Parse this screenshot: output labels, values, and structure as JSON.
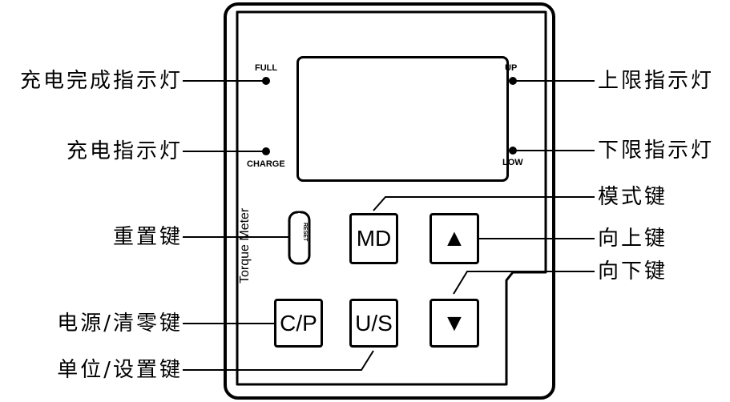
{
  "device": {
    "brand_text": "Torque Meter"
  },
  "indicators": {
    "full": "FULL",
    "charge": "CHARGE",
    "up": "UP",
    "low": "LOW",
    "reset": "RESET"
  },
  "keys": {
    "md": "MD",
    "cp": "C/P",
    "us": "U/S",
    "up_arrow": "▲",
    "down_arrow": "▼"
  },
  "callouts": {
    "full_label": "充电完成指示灯",
    "charge_label": "充电指示灯",
    "reset_label": "重置键",
    "cp_label": "电源/清零键",
    "us_label": "单位/设置键",
    "up_limit_label": "上限指示灯",
    "low_limit_label": "下限指示灯",
    "md_label": "模式键",
    "up_key_label": "向上键",
    "down_key_label": "向下键"
  }
}
